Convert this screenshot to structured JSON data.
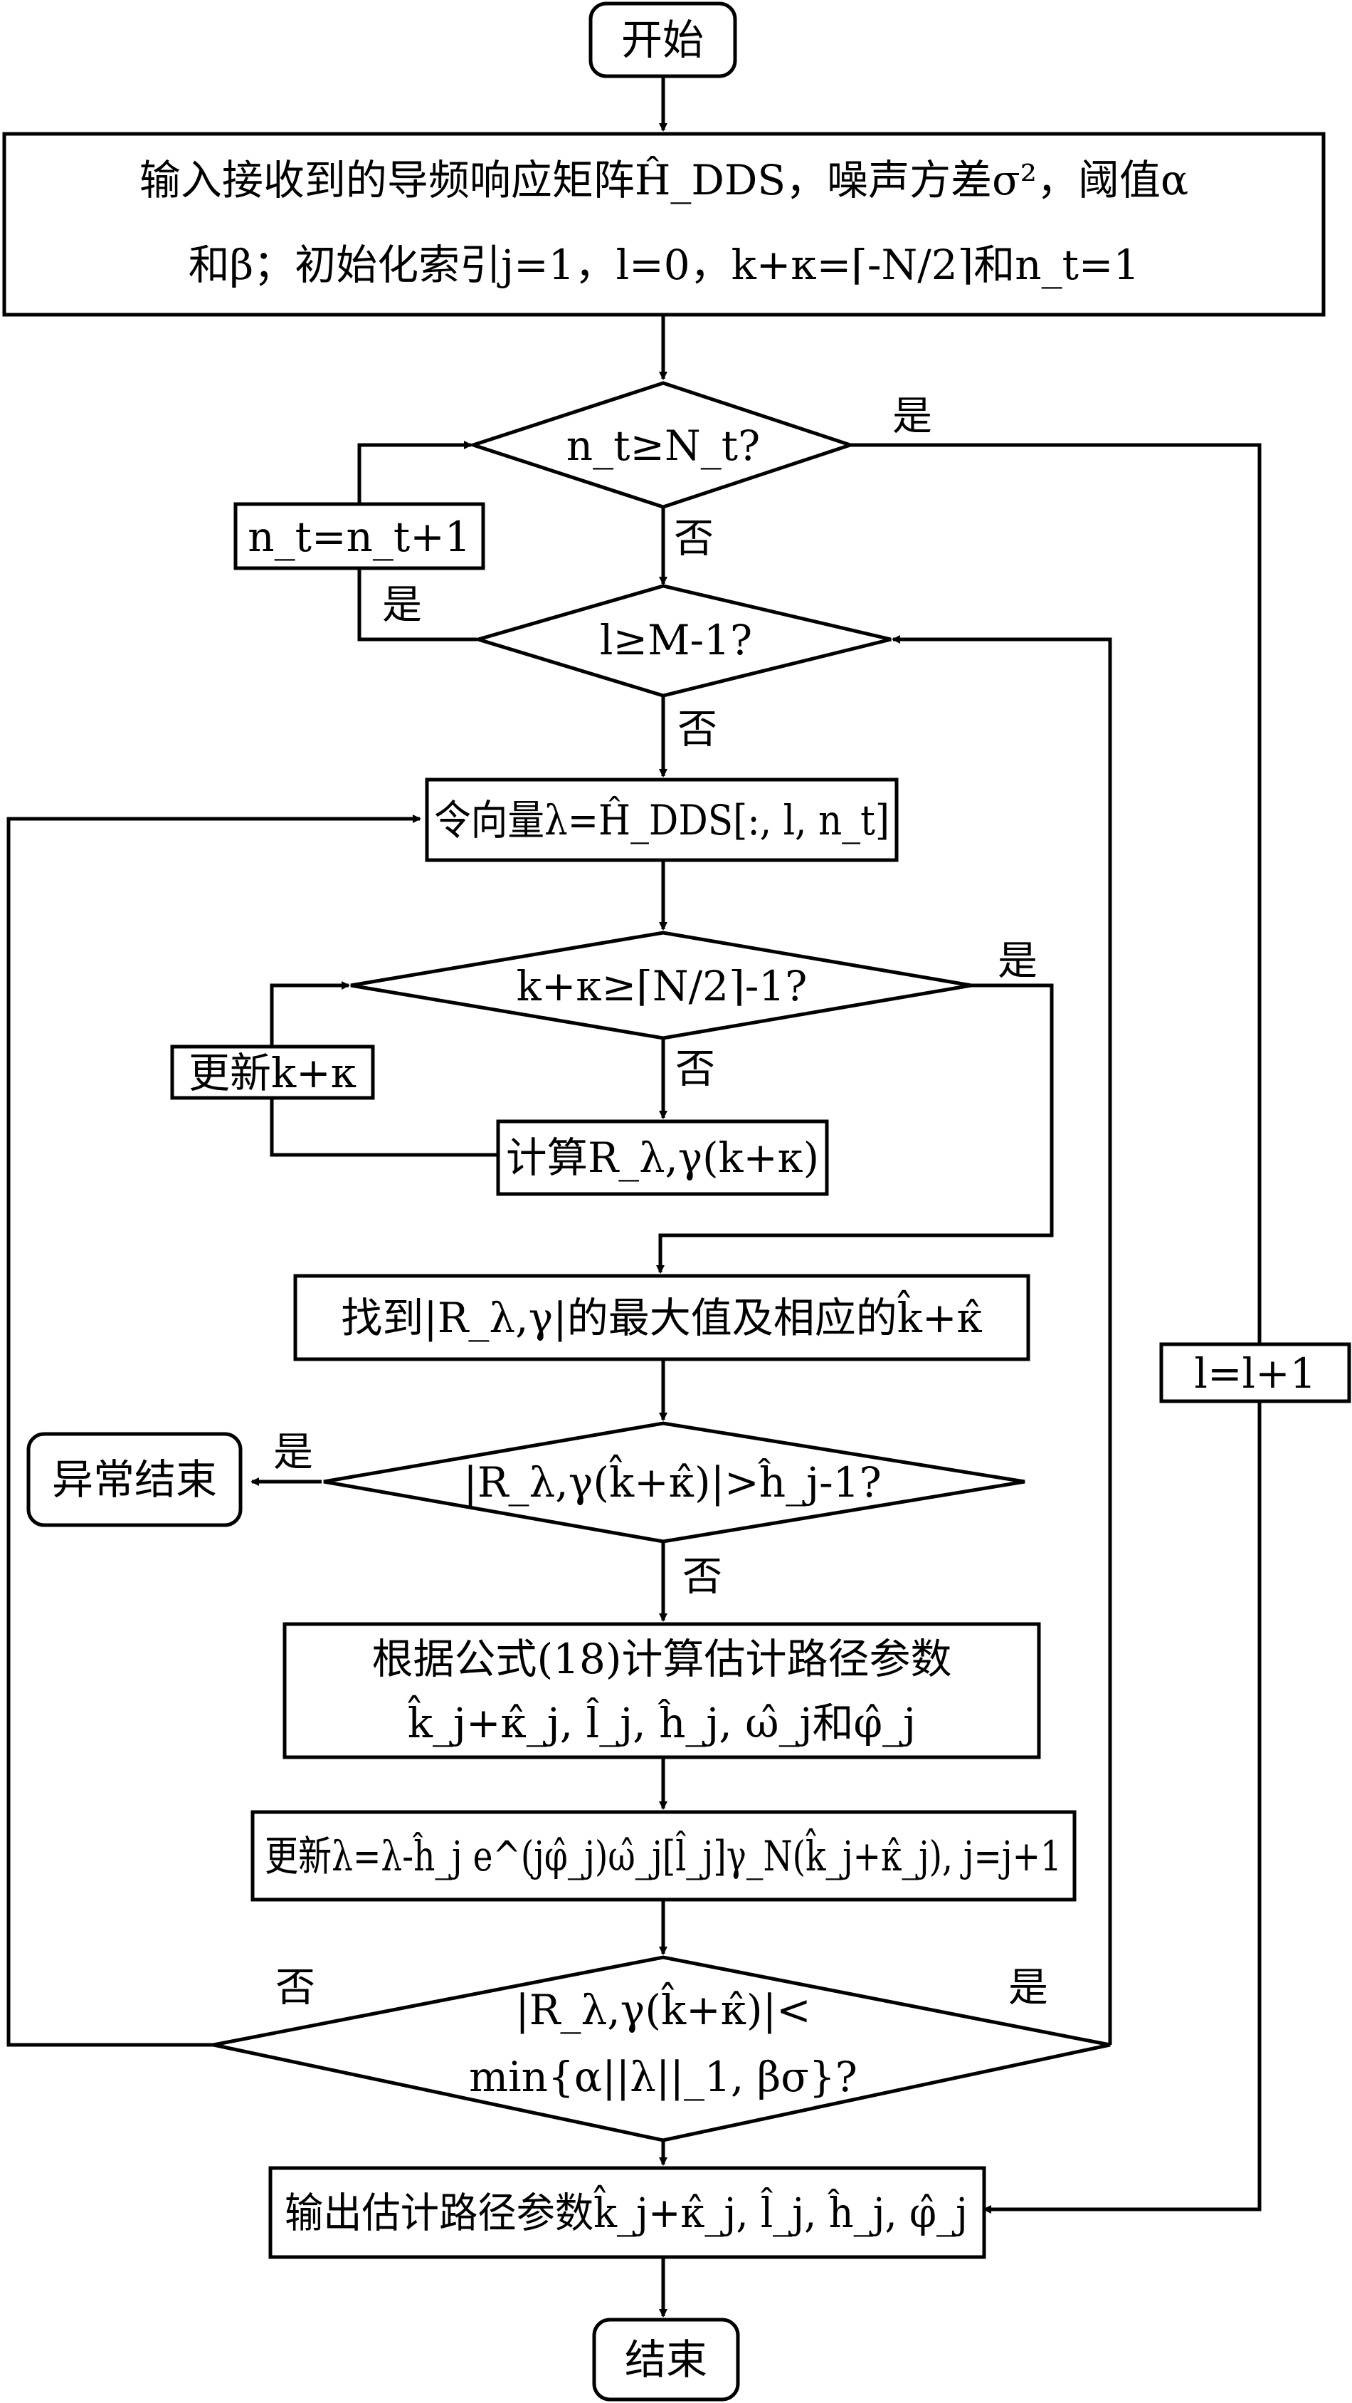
{
  "nodes": {
    "start": "开始",
    "input_line1": "输入接收到的导频响应矩阵Ĥ_DDS，噪声方差σ²，阈值α",
    "input_line2": "和β；初始化索引j=1，l=0，k+κ=⌈-N/2⌉和n_t=1",
    "check_nt": "n_t≥N_t?",
    "inc_nt": "n_t=n_t+1",
    "check_l": "l≥M-1?",
    "set_lambda": "令向量λ=Ĥ_DDS[:, l, n_t]",
    "check_k": "k+κ≥⌈N/2⌉-1?",
    "update_k": "更新k+κ",
    "compute_R": "计算R_λ,γ(k+κ)",
    "find_max": "找到|R_λ,γ|的最大值及相应的k̂+κ̂",
    "check_abnormal": "|R_λ,γ(k̂+κ̂)|>ĥ_j-1?",
    "abnormal_end": "异常结束",
    "estimate_line1": "根据公式(18)计算估计路径参数",
    "estimate_line2": "k̂_j+κ̂_j, l̂_j, ĥ_j, ω̂_j和φ̂_j",
    "update_lambda": "更新λ=λ-ĥ_j e^(jφ̂_j)ω̂_j[l̂_j]γ_N(k̂_j+κ̂_j), j=j+1",
    "check_stop_line1": "|R_λ,γ(k̂+κ̂)|<",
    "check_stop_line2": "min{α||λ||_1, βσ}?",
    "inc_l": "l=l+1",
    "output": "输出估计路径参数k̂_j+κ̂_j, l̂_j, ĥ_j, φ̂_j",
    "end": "结束"
  },
  "labels": {
    "yes": "是",
    "no": "否"
  }
}
